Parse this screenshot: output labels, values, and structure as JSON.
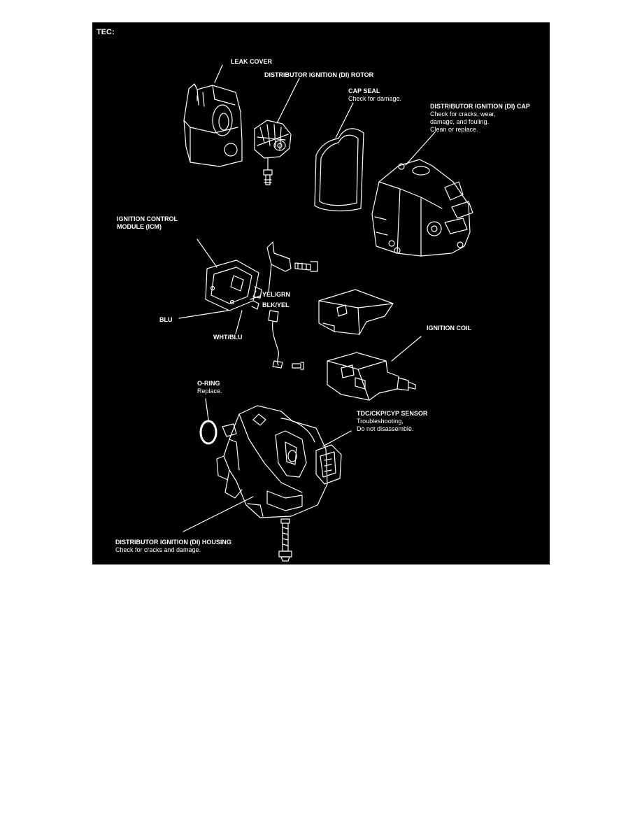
{
  "header": {
    "label": "TEC:"
  },
  "colors": {
    "background": "#000000",
    "ink": "#ffffff",
    "page": "#ffffff"
  },
  "labels": {
    "leak_cover": {
      "title": "LEAK COVER"
    },
    "rotor": {
      "title": "DISTRIBUTOR IGNITION (DI) ROTOR"
    },
    "cap_seal": {
      "title": "CAP SEAL",
      "lines": [
        "Check for damage."
      ]
    },
    "cap": {
      "title": "DISTRIBUTOR IGNITION (DI) CAP",
      "lines": [
        "Check for cracks, wear,",
        "damage, and fouling.",
        "Clean or replace."
      ]
    },
    "icm": {
      "title_lines": [
        "IGNITION CONTROL",
        "MODULE (ICM)"
      ]
    },
    "yel_grn": {
      "title": "YEL/GRN"
    },
    "blk_yel": {
      "title": "BLK/YEL"
    },
    "blu": {
      "title": "BLU"
    },
    "wht_blu": {
      "title": "WHT/BLU"
    },
    "ignition_coil": {
      "title": "IGNITION COIL"
    },
    "o_ring": {
      "title": "O-RING",
      "lines": [
        "Replace."
      ]
    },
    "sensor": {
      "title": "TDC/CKP/CYP SENSOR",
      "lines": [
        "Troubleshooting,",
        "Do not disassemble."
      ]
    },
    "housing": {
      "title": "DISTRIBUTOR IGNITION (DI) HOUSING",
      "lines": [
        "Check for cracks and damage."
      ]
    }
  }
}
